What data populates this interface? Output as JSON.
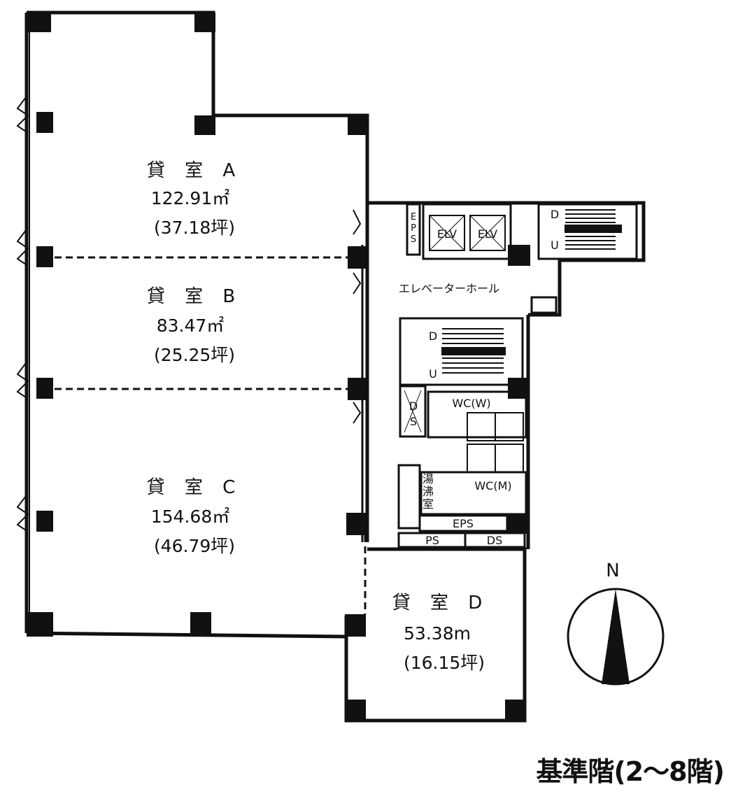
{
  "floor_title": "基準階(2〜8階)",
  "rooms": {
    "a": {
      "name": "貸 室 A",
      "area_m2": "122.91",
      "tsubo": "(37.18坪)"
    },
    "b": {
      "name": "貸 室 B",
      "area_m2": "83.47",
      "tsubo": "(25.25坪)"
    },
    "c": {
      "name": "貸 室 C",
      "area_m2": "154.68",
      "tsubo": "(46.79坪)"
    },
    "d": {
      "name": "貸 室 D",
      "area_m2": "53.38m",
      "tsubo": "(16.15坪)"
    }
  },
  "unit_sq_m": "㎡",
  "core": {
    "elevator_hall": "エレベーターホール",
    "elv1": "ELV",
    "elv2": "ELV",
    "eps_top_e": "E",
    "eps_top_p": "P",
    "eps_top_s": "S",
    "stair_d": "D",
    "stair_u": "U",
    "stair2_d": "D",
    "stair2_u": "U",
    "ds_d": "D",
    "ds_s": "S",
    "wc_w": "WC(W)",
    "wc_m": "WC(M)",
    "pantry_1": "湯",
    "pantry_2": "沸",
    "pantry_3": "室",
    "eps": "EPS",
    "ps": "PS",
    "ds": "DS"
  },
  "compass": {
    "north": "N"
  }
}
